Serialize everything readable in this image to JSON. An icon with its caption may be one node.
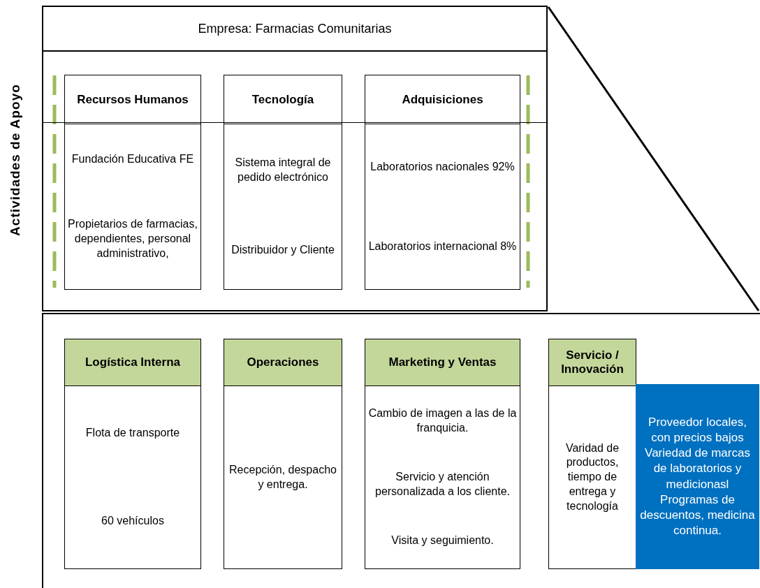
{
  "diagram": {
    "nodes": [
      {
        "text": [
          "Empresa: Farmacias Comunitarias"
        ]
      },
      {
        "text": [
          "Recursos Humanos",
          "Fundación Educativa FE",
          "Propietarios de farmacias, dependientes, personal administrativo,"
        ],
        "in": 0
      },
      {
        "text": [
          "Tecnología",
          "Sistema integral de pedido electrónico",
          "Distribuidor y Cliente"
        ],
        "in": 0
      },
      {
        "text": [
          "Adquisiciones",
          "Laboratorios nacionales 92%",
          "Laboratorios internacional 8%"
        ],
        "in": 0
      },
      {
        "text": [],
        "shape": "box"
      },
      {
        "text": [
          "Logística Interna",
          "Flota de transporte",
          "60 vehículos"
        ],
        "in": 4
      },
      {
        "text": [
          "Operaciones",
          "Recepción, despacho y entrega."
        ],
        "in": 4
      },
      {
        "text": [
          "Marketing y Ventas",
          "Cambio de imagen a las de la franquicia.",
          "Servicio y atención personalizada a los cliente.",
          "Visita y seguimiento."
        ],
        "in": 4
      },
      {
        "text": [
          "Servicio / Innovación",
          "Varidad de productos, tiempo de entrega y tecnología"
        ],
        "in": 4
      },
      {
        "text": [
          "Proveedor locales, con precios bajos",
          "Variedad de marcas de laboratorios y medicionasl",
          "Programas de descuentos, medicina continua."
        ],
        "in": 4
      }
    ],
    "edges": [],
    "labels": [
      "Actividades de Apoyo"
    ]
  }
}
